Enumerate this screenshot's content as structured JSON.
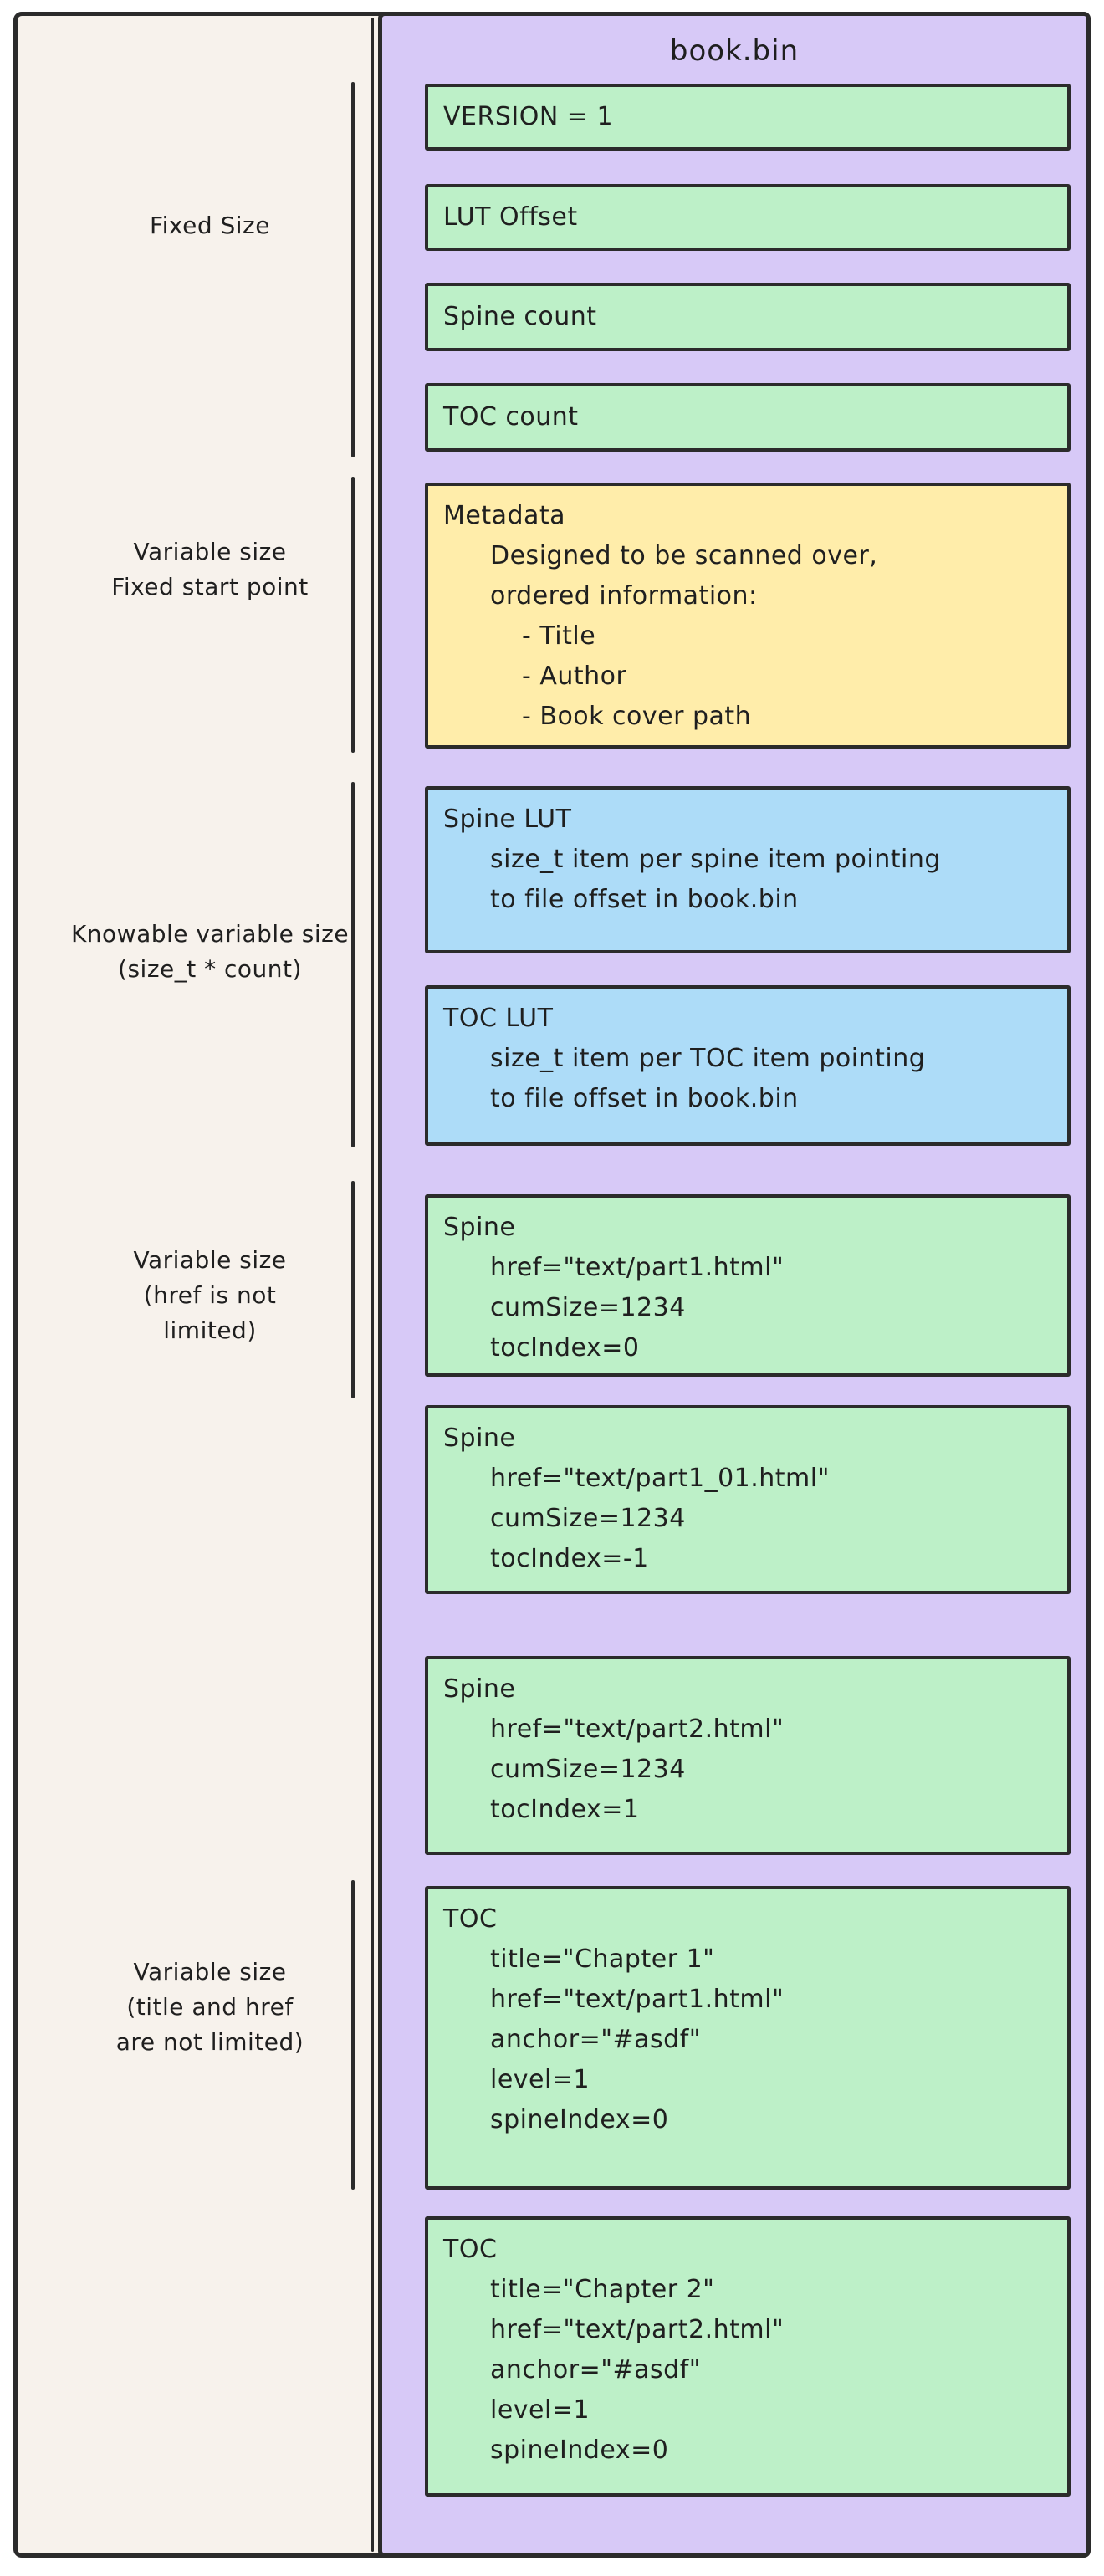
{
  "colors": {
    "stroke": "#2b2b2b",
    "text": "#1f1f1f",
    "panel_bg": "#f7f2ec",
    "column_bg": "#d7c9f7",
    "green_box": "#bdf0c8",
    "yellow_box": "#ffedaa",
    "blue_box": "#addcf8"
  },
  "left_annotations": [
    {
      "id": "fixed-size",
      "lines": [
        "Fixed Size"
      ]
    },
    {
      "id": "variable-size-fixed-start",
      "lines": [
        "Variable size",
        "Fixed start point"
      ]
    },
    {
      "id": "knowable-variable-size",
      "lines": [
        "Knowable variable size",
        "(size_t * count)"
      ]
    },
    {
      "id": "variable-size-href",
      "lines": [
        "Variable size",
        "(href is not",
        "limited)"
      ]
    },
    {
      "id": "variable-size-title-href",
      "lines": [
        "Variable size",
        "(title and href",
        "are not limited)"
      ]
    }
  ],
  "column": {
    "title": "book.bin",
    "boxes": [
      {
        "id": "version",
        "color": "green",
        "lines": [
          {
            "text": "VERSION = 1",
            "indent": 0
          }
        ]
      },
      {
        "id": "lut-offset",
        "color": "green",
        "lines": [
          {
            "text": "LUT Offset",
            "indent": 0
          }
        ]
      },
      {
        "id": "spine-count",
        "color": "green",
        "lines": [
          {
            "text": "Spine count",
            "indent": 0
          }
        ]
      },
      {
        "id": "toc-count",
        "color": "green",
        "lines": [
          {
            "text": "TOC count",
            "indent": 0
          }
        ]
      },
      {
        "id": "metadata",
        "color": "yellow",
        "lines": [
          {
            "text": "Metadata",
            "indent": 0
          },
          {
            "text": "Designed to be scanned over,",
            "indent": 1
          },
          {
            "text": "ordered information:",
            "indent": 1
          },
          {
            "text": "- Title",
            "indent": 2
          },
          {
            "text": "- Author",
            "indent": 2
          },
          {
            "text": "- Book cover path",
            "indent": 2
          }
        ]
      },
      {
        "id": "spine-lut",
        "color": "blue",
        "lines": [
          {
            "text": "Spine LUT",
            "indent": 0
          },
          {
            "text": "size_t item per spine item pointing",
            "indent": 1
          },
          {
            "text": "to file offset in book.bin",
            "indent": 1
          }
        ]
      },
      {
        "id": "toc-lut",
        "color": "blue",
        "lines": [
          {
            "text": "TOC LUT",
            "indent": 0
          },
          {
            "text": "size_t item per TOC item pointing",
            "indent": 1
          },
          {
            "text": "to file offset in book.bin",
            "indent": 1
          }
        ]
      },
      {
        "id": "spine-1",
        "color": "green",
        "lines": [
          {
            "text": "Spine",
            "indent": 0
          },
          {
            "text": "href=\"text/part1.html\"",
            "indent": 1
          },
          {
            "text": "cumSize=1234",
            "indent": 1
          },
          {
            "text": "tocIndex=0",
            "indent": 1
          }
        ]
      },
      {
        "id": "spine-2",
        "color": "green",
        "lines": [
          {
            "text": "Spine",
            "indent": 0
          },
          {
            "text": "href=\"text/part1_01.html\"",
            "indent": 1
          },
          {
            "text": "cumSize=1234",
            "indent": 1
          },
          {
            "text": "tocIndex=-1",
            "indent": 1
          }
        ]
      },
      {
        "id": "spine-3",
        "color": "green",
        "lines": [
          {
            "text": "Spine",
            "indent": 0
          },
          {
            "text": "href=\"text/part2.html\"",
            "indent": 1
          },
          {
            "text": "cumSize=1234",
            "indent": 1
          },
          {
            "text": "tocIndex=1",
            "indent": 1
          }
        ]
      },
      {
        "id": "toc-1",
        "color": "green",
        "lines": [
          {
            "text": "TOC",
            "indent": 0
          },
          {
            "text": "title=\"Chapter 1\"",
            "indent": 1
          },
          {
            "text": "href=\"text/part1.html\"",
            "indent": 1
          },
          {
            "text": "anchor=\"#asdf\"",
            "indent": 1
          },
          {
            "text": "level=1",
            "indent": 1
          },
          {
            "text": "spineIndex=0",
            "indent": 1
          }
        ]
      },
      {
        "id": "toc-2",
        "color": "green",
        "lines": [
          {
            "text": "TOC",
            "indent": 0
          },
          {
            "text": "title=\"Chapter 2\"",
            "indent": 1
          },
          {
            "text": "href=\"text/part2.html\"",
            "indent": 1
          },
          {
            "text": "anchor=\"#asdf\"",
            "indent": 1
          },
          {
            "text": "level=1",
            "indent": 1
          },
          {
            "text": "spineIndex=0",
            "indent": 1
          }
        ]
      }
    ]
  }
}
